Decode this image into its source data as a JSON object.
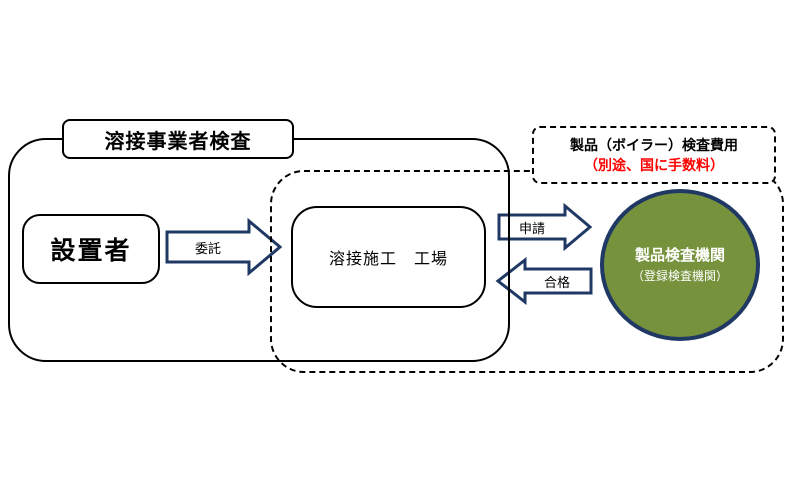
{
  "diagram": {
    "title_box": {
      "label": "溶接事業者検査"
    },
    "fee_note": {
      "line1": "製品（ボイラー）検査費用",
      "line2": "（別途、国に手数料）"
    },
    "nodes": {
      "installer": {
        "label": "設置者"
      },
      "factory": {
        "label": "溶接施工　工場"
      },
      "inspection_agency": {
        "line1": "製品検査機関",
        "line2": "（登録検査機関）"
      }
    },
    "arrows": {
      "entrust": {
        "label": "委託",
        "direction": "right",
        "from": "installer",
        "to": "factory"
      },
      "apply": {
        "label": "申請",
        "direction": "right",
        "from": "factory",
        "to": "inspection_agency"
      },
      "pass": {
        "label": "合格",
        "direction": "left",
        "from": "inspection_agency",
        "to": "factory"
      }
    },
    "colors": {
      "arrow_outline": "#1F3864",
      "arrow_fill": "#ffffff",
      "circle_fill": "#76923C",
      "circle_stroke": "#1F3864",
      "note_red_text": "#ff0000",
      "border_black": "#000000",
      "background": "#ffffff"
    }
  }
}
